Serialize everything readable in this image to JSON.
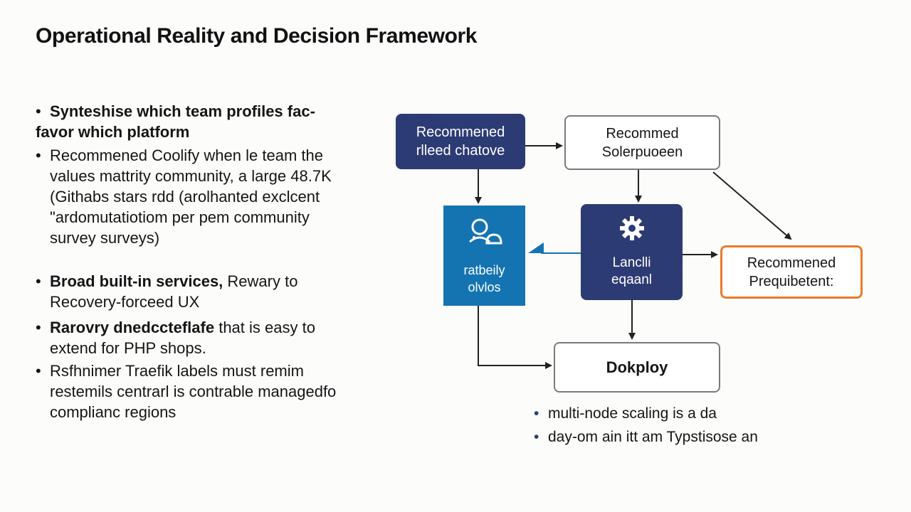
{
  "title": "Operational Reality and Decision Framework",
  "bullets": [
    {
      "lead": "Synteshise which team profiles fac-",
      "lead2": "favor which platform"
    },
    {
      "text": "Recommened Coolify when le team the values mattrity community, a large 48.7K (Githabs stars rdd (arolhanted exclcent \"ardomutatiotiom per pem community survey surveys)"
    },
    {
      "lead": "Broad built-in services,",
      "text": " Rewary to Recovery-forceed UX"
    },
    {
      "lead": "Rarovry dnedccteflafe",
      "text": " that is easy to extend for PHP shops."
    },
    {
      "text": "Rsfhnimer Traefik labels must remim restemils centrarl is contrable managedfo complianc regions"
    }
  ],
  "diagram": {
    "node1": {
      "line1": "Recommened",
      "line2": "rlleed chatove"
    },
    "node2": {
      "line1": "Recommed",
      "line2": "Solerpuoeen"
    },
    "node3": {
      "line1": "ratbeily",
      "line2": "olvlos",
      "icon": "user-support-icon"
    },
    "node4": {
      "line1": "Lanclli",
      "line2": "eqaanl",
      "icon": "gear-icon"
    },
    "node5": {
      "line1": "Recommened",
      "line2": "Prequibetent:"
    },
    "node6": {
      "label": "Dokploy"
    }
  },
  "sub_bullets": [
    "multi-node scaling is a da",
    "day-om ain itt am Typstisose an"
  ],
  "colors": {
    "dark_navy": "#2d3b74",
    "blue": "#1474b2",
    "orange": "#ea7b2c",
    "teal_arrow": "#1474b2"
  }
}
